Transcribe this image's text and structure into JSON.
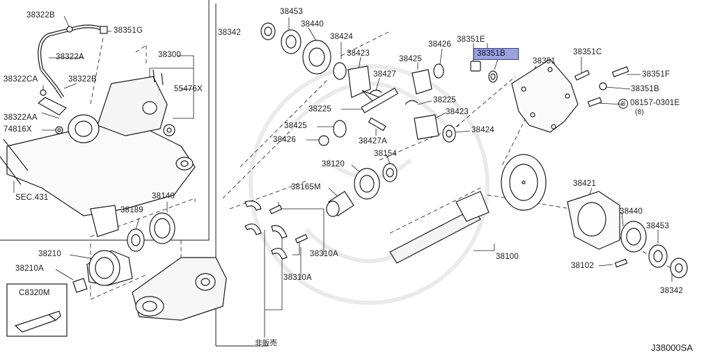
{
  "diagram": {
    "drawing_code": "J38000SA",
    "not_for_sale_label": "非販売",
    "highlight_color": "#9aa3dd",
    "callouts": {
      "c38322B_top": "38322B",
      "c38351G": "38351G",
      "c38322A": "38322A",
      "c38322CA": "38322CA",
      "c38322B_mid": "38322B",
      "c38322AA": "38322AA",
      "c74816X": "74816X",
      "c38300": "38300",
      "c55476X": "55476X",
      "cSEC431": "SEC.431",
      "c38140": "38140",
      "c38189": "38189",
      "c38210": "38210",
      "c38210A": "38210A",
      "cC8320M": "C8320M",
      "c38453_top": "38453",
      "c38440_top": "38440",
      "c38342_top": "38342",
      "c38424_top": "38424",
      "c38423_top": "38423",
      "c38426_top": "38426",
      "c38425_top": "38425",
      "c38427": "38427",
      "c38351E": "38351E",
      "c38351B_hl": "38351B",
      "c38351": "38351",
      "c38351C": "38351C",
      "c38351F": "38351F",
      "c38351B_right": "38351B",
      "c08157": "08157-0301E",
      "c08157_qty": "(8)",
      "cB_circle": "B",
      "c38225_a": "38225",
      "c38225_b": "38225",
      "c38423_mid": "38423",
      "c38425_mid": "38425",
      "c38426_mid": "38426",
      "c38427A": "38427A",
      "c38424_mid": "38424",
      "c38154": "38154",
      "c38120": "38120",
      "c38165M": "38165M",
      "c38310A_a": "38310A",
      "c38310A_b": "38310A",
      "c38100": "38100",
      "c38421": "38421",
      "c38440_right": "38440",
      "c38453_right": "38453",
      "c38102": "38102",
      "c38342_right": "38342"
    }
  }
}
